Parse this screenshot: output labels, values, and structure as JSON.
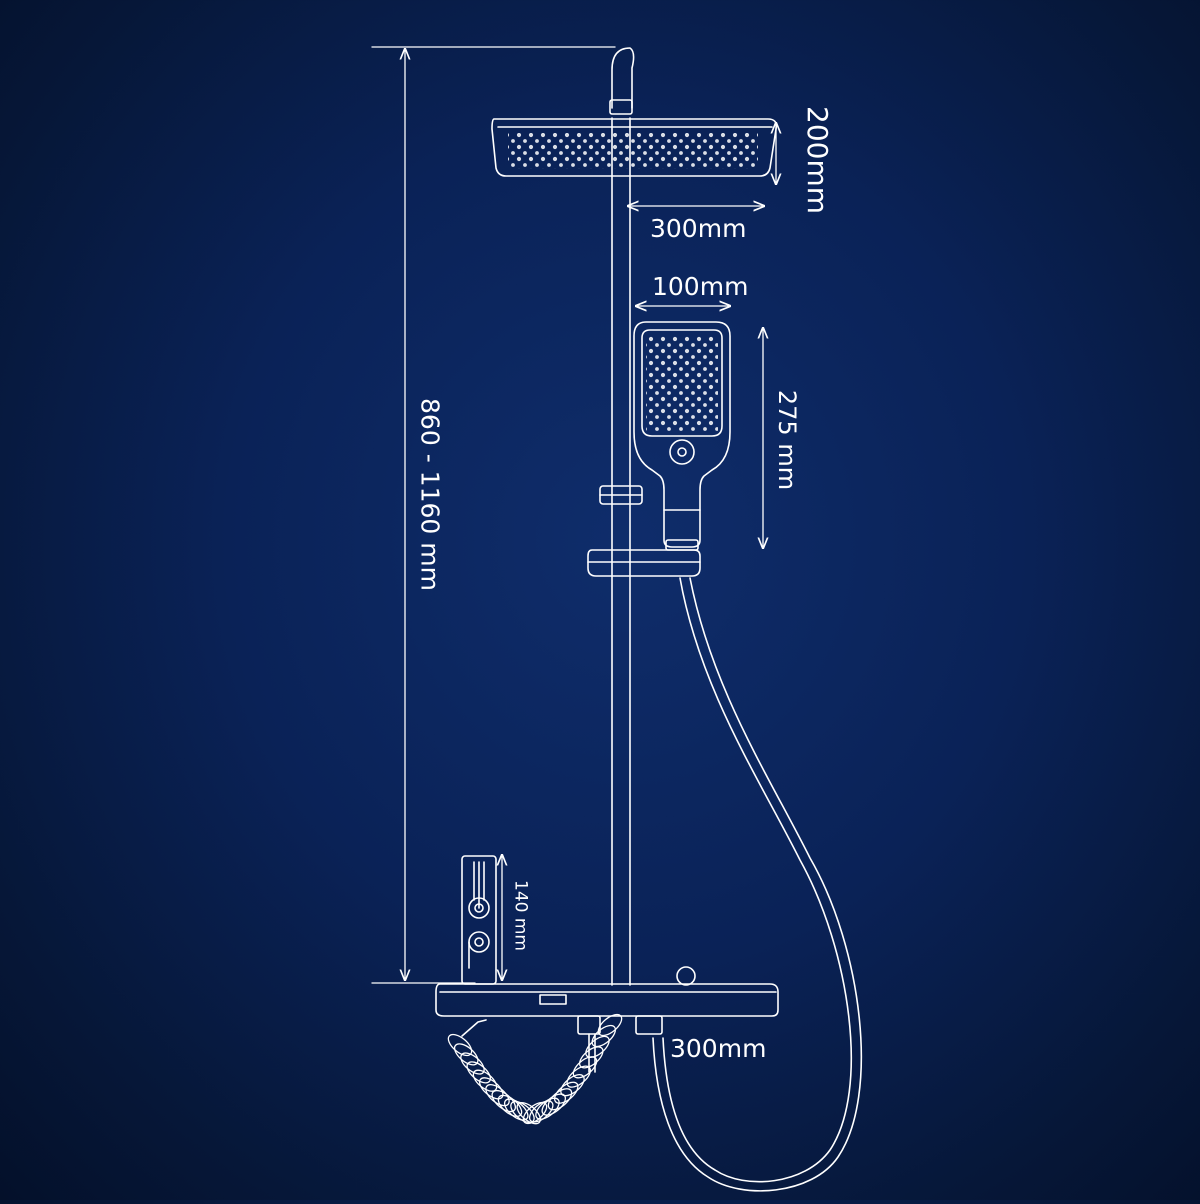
{
  "dimensions": {
    "total_height": "860 - 1160 mm",
    "rain_head_depth": "200mm",
    "rain_arm_length": "300mm",
    "hand_shower_width": "100mm",
    "hand_shower_length": "275 mm",
    "control_height": "140 mm",
    "shelf_width": "300mm"
  },
  "colors": {
    "background": "#0a2257",
    "line": "#ffffff"
  }
}
